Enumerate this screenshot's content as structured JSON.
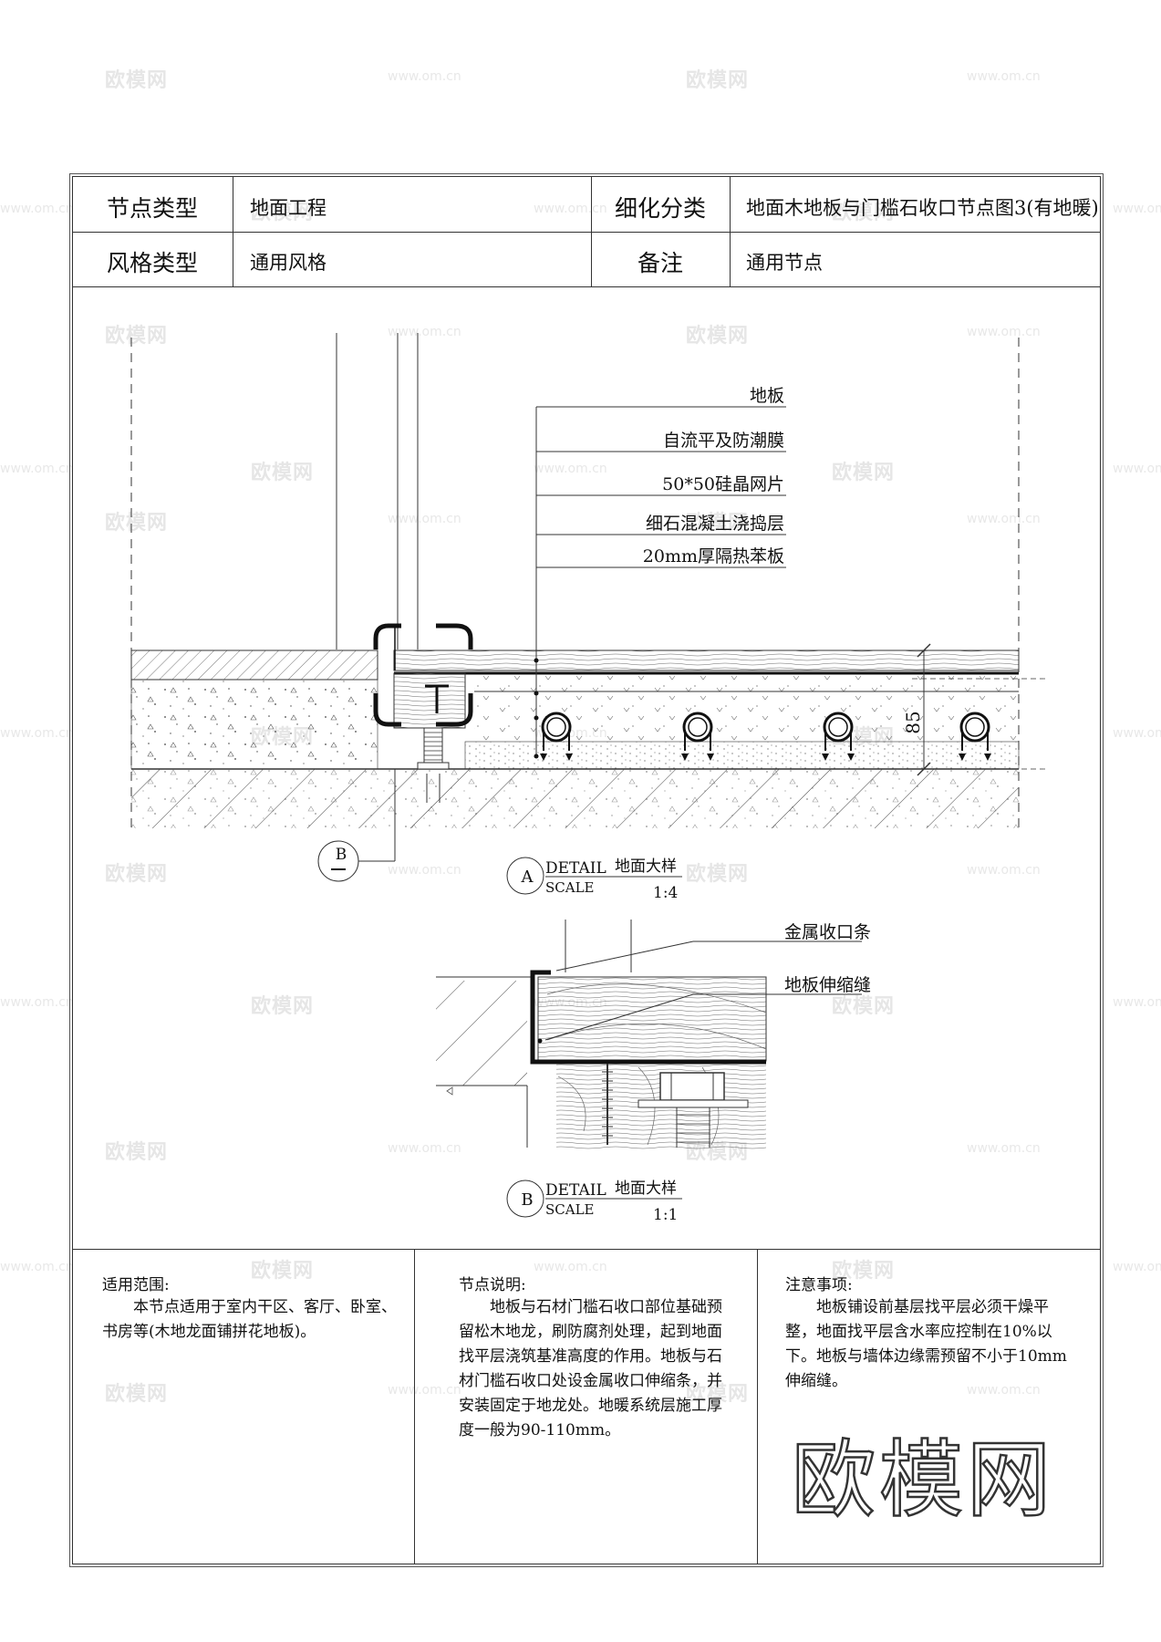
{
  "header": {
    "node_type_label": "节点类型",
    "node_type_value": "地面工程",
    "detail_class_label": "细化分类",
    "detail_class_value": "地面木地板与门槛石收口节点图3(有地暖)",
    "style_type_label": "风格类型",
    "style_type_value": "通用风格",
    "remark_label": "备注",
    "remark_value": "通用节点"
  },
  "detail_a": {
    "layers": [
      "地板",
      "自流平及防潮膜",
      "50*50硅晶网片",
      "细石混凝土浇捣层",
      "20mm厚隔热苯板"
    ],
    "dimension": "85",
    "callout_ref": "B",
    "marker": "A",
    "detail_word": "DETAIL",
    "scale_word": "SCALE",
    "title": "地面大样",
    "scale": "1:4"
  },
  "detail_b": {
    "labels": [
      "金属收口条",
      "地板伸缩缝"
    ],
    "marker": "B",
    "detail_word": "DETAIL",
    "scale_word": "SCALE",
    "title": "地面大样",
    "scale": "1:1"
  },
  "notes": {
    "scope_title": "适用范围:",
    "scope_body": "本节点适用于室内干区、客厅、卧室、书房等(木地龙面铺拼花地板)。",
    "node_title": "节点说明:",
    "node_body": "地板与石材门槛石收口部位基础预留松木地龙，刷防腐剂处理，起到地面找平层浇筑基准高度的作用。地板与石材门槛石收口处设金属收口伸缩条，并安装固定于地龙处。地暖系统层施工厚度一般为90-110mm。",
    "attention_title": "注意事项:",
    "attention_body": "地板铺设前基层找平层必须干燥平整，地面找平层含水率应控制在10%以下。地板与墙体边缘需预留不小于10mm伸缩缝。"
  },
  "watermark": {
    "brand": "欧模网",
    "url": "www.om.cn"
  }
}
